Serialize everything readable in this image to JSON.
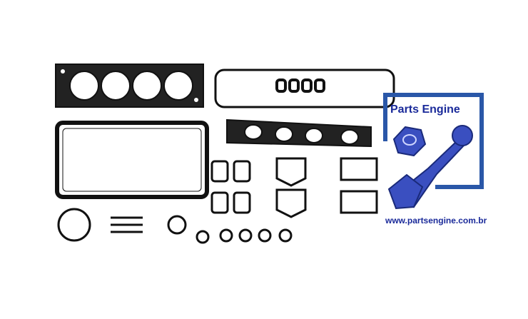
{
  "logo": {
    "title": "Parts Engine",
    "url": "www.partsengine.com.br",
    "brand_color": "#1a2a9a",
    "frame_color": "#2a57a8"
  },
  "icons": [
    "gasket-kit-drawing",
    "hex-nut-icon",
    "wrench-icon"
  ]
}
